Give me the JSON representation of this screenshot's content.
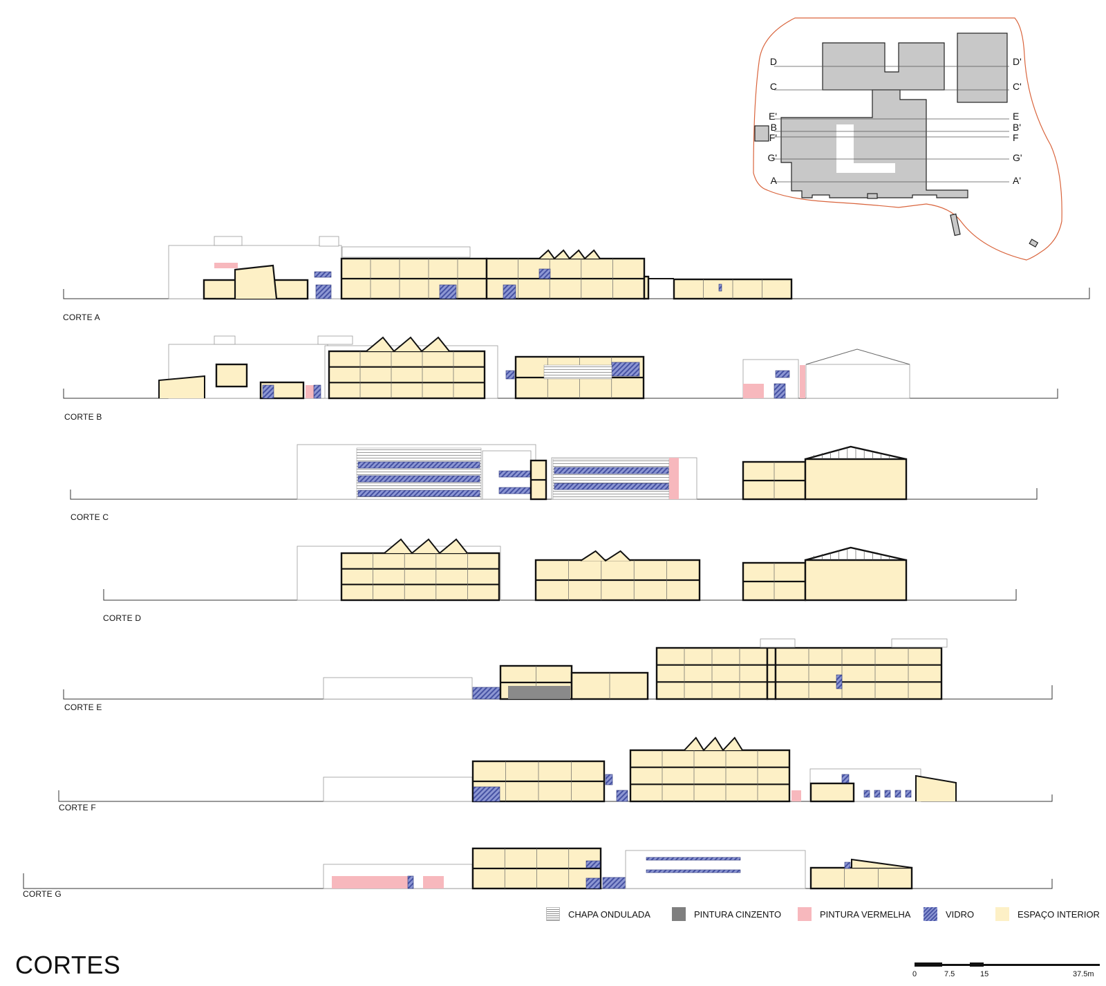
{
  "title": "CORTES",
  "sections": [
    {
      "label": "CORTE A"
    },
    {
      "label": "CORTE B"
    },
    {
      "label": "CORTE C"
    },
    {
      "label": "CORTE D"
    },
    {
      "label": "CORTE E"
    },
    {
      "label": "CORTE F"
    },
    {
      "label": "CORTE G"
    }
  ],
  "plan": {
    "cut_lines_left": [
      "D",
      "C",
      "E'",
      "B",
      "F'",
      "G'",
      "A"
    ],
    "cut_lines_right": [
      "D'",
      "C'",
      "E",
      "B'",
      "F",
      "G'",
      "A'"
    ]
  },
  "legend": [
    {
      "label": "CHAPA ONDULADA",
      "icon": "corrugated-sheet-swatch"
    },
    {
      "label": "PINTURA CINZENTO",
      "icon": "grey-paint-swatch",
      "color": "#7f7f7f"
    },
    {
      "label": "PINTURA VERMELHA",
      "icon": "red-paint-swatch",
      "color": "#f7b8bd"
    },
    {
      "label": "VIDRO",
      "icon": "glass-swatch",
      "color": "#4a56a6"
    },
    {
      "label": "ESPAÇO INTERIOR",
      "icon": "interior-space-swatch",
      "color": "#fdf0c6"
    }
  ],
  "scale_bar": {
    "ticks": [
      "0",
      "7.5",
      "15",
      "37.5m"
    ]
  }
}
